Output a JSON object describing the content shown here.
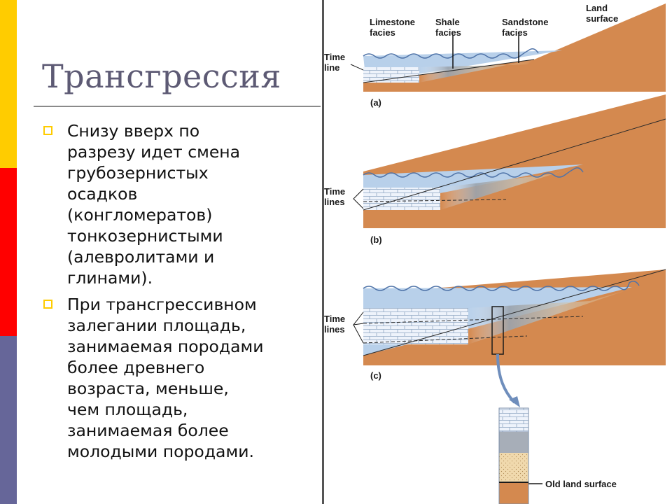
{
  "slide": {
    "title": "Трансгрессия",
    "bullets": [
      "Снизу вверх по\nразрезу идет смена\nгрубозернистых\nосадков\n(конгломератов)\nтонкозернистыми\n(алевролитами и\nглинами).",
      "При трансгрессивном\nзалегании площадь,\nзанимаемая породами\nболее древнего\nвозраста, меньше,\nчем площадь,\nзанимаемая более\nмолодыми породами."
    ],
    "colors": {
      "stripe_top": "#ffcc00",
      "stripe_middle": "#ff0000",
      "stripe_bottom": "#666699",
      "bullet_marker": "#ffcc00",
      "land": "#d4894f",
      "sea": "#b8d0ea"
    }
  },
  "diagram": {
    "facies": {
      "limestone": "Limestone\nfacies",
      "shale": "Shale\nfacies",
      "sandstone": "Sandstone\nfacies",
      "land": "Land\nsurface"
    },
    "time_line": "Time\nline",
    "time_lines": "Time\nlines",
    "panel_a": "(a)",
    "panel_b": "(b)",
    "panel_c": "(c)",
    "old_land_surface": "Old land surface"
  }
}
